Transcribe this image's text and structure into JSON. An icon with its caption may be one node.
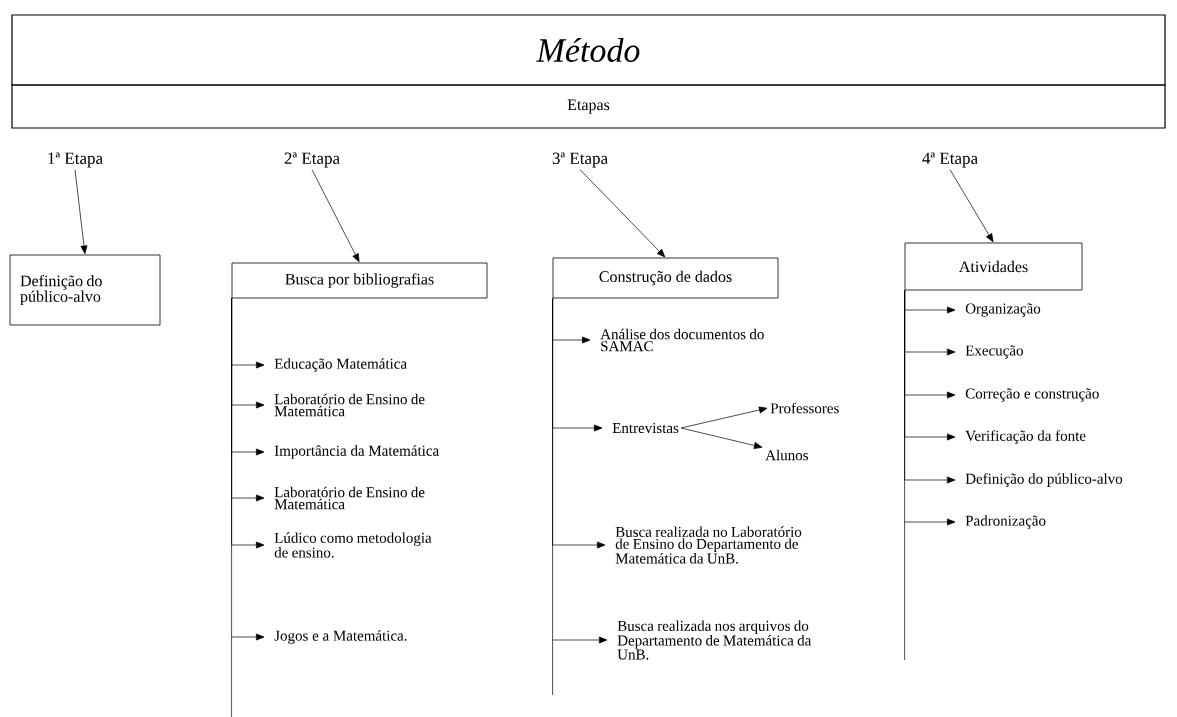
{
  "diagram": {
    "nodes": [
      {
        "text": [
          "Método"
        ]
      },
      {
        "text": [
          "Etapas"
        ]
      },
      {
        "text": [
          "1ª Etapa"
        ]
      },
      {
        "text": [
          "2ª Etapa"
        ]
      },
      {
        "text": [
          "3ª Etapa"
        ]
      },
      {
        "text": [
          "4ª Etapa"
        ]
      },
      {
        "text": [
          "Definição do público-alvo"
        ]
      },
      {
        "text": [
          "Busca por bibliografias"
        ]
      },
      {
        "text": [
          "Construção de dados"
        ]
      },
      {
        "text": [
          "Atividades"
        ]
      },
      {
        "text": [
          "Educação Matemática"
        ]
      },
      {
        "text": [
          "Laboratório de Ensino de Matemática"
        ]
      },
      {
        "text": [
          "Importância da Matemática"
        ]
      },
      {
        "text": [
          "Laboratório de Ensino de Matemática"
        ]
      },
      {
        "text": [
          "Lúdico como metodologia de ensino."
        ]
      },
      {
        "text": [
          "Jogos e a Matemática."
        ]
      },
      {
        "text": [
          "Análise dos documentos do SAMAC"
        ]
      },
      {
        "text": [
          "Entrevistas"
        ]
      },
      {
        "text": [
          "Professores"
        ]
      },
      {
        "text": [
          "Alunos"
        ]
      },
      {
        "text": [
          "Busca realizada no Laboratório de Ensino do Departamento de Matemática da UnB."
        ]
      },
      {
        "text": [
          "Busca realizada nos arquivos do Departamento de Matemática da UnB."
        ]
      },
      {
        "text": [
          "Organização"
        ]
      },
      {
        "text": [
          "Execução"
        ]
      },
      {
        "text": [
          "Correção e construção"
        ]
      },
      {
        "text": [
          "Verificação da fonte"
        ]
      },
      {
        "text": [
          "Definição do público-alvo"
        ]
      },
      {
        "text": [
          "Padronização"
        ]
      }
    ],
    "edges": [
      {
        "from": 2,
        "to": 6,
        "arrow": "to"
      },
      {
        "from": 3,
        "to": 7,
        "arrow": "to"
      },
      {
        "from": 4,
        "to": 8,
        "arrow": "to"
      },
      {
        "from": 5,
        "to": 9,
        "arrow": "to"
      },
      {
        "from": 7,
        "to": 10,
        "arrow": "to"
      },
      {
        "from": 7,
        "to": 11,
        "arrow": "to"
      },
      {
        "from": 7,
        "to": 12,
        "arrow": "to"
      },
      {
        "from": 7,
        "to": 13,
        "arrow": "to"
      },
      {
        "from": 7,
        "to": 14,
        "arrow": "to"
      },
      {
        "from": 7,
        "to": 15,
        "arrow": "to"
      },
      {
        "from": 8,
        "to": 16,
        "arrow": "to"
      },
      {
        "from": 8,
        "to": 17,
        "arrow": "to"
      },
      {
        "from": 17,
        "to": 18,
        "arrow": "to"
      },
      {
        "from": 17,
        "to": 19,
        "arrow": "to"
      },
      {
        "from": 8,
        "to": 20,
        "arrow": "to"
      },
      {
        "from": 8,
        "to": 21,
        "arrow": "to"
      },
      {
        "from": 9,
        "to": 22,
        "arrow": "to"
      },
      {
        "from": 9,
        "to": 23,
        "arrow": "to"
      },
      {
        "from": 9,
        "to": 24,
        "arrow": "to"
      },
      {
        "from": 9,
        "to": 25,
        "arrow": "to"
      },
      {
        "from": 9,
        "to": 26,
        "arrow": "to"
      },
      {
        "from": 9,
        "to": 27,
        "arrow": "to"
      }
    ]
  }
}
